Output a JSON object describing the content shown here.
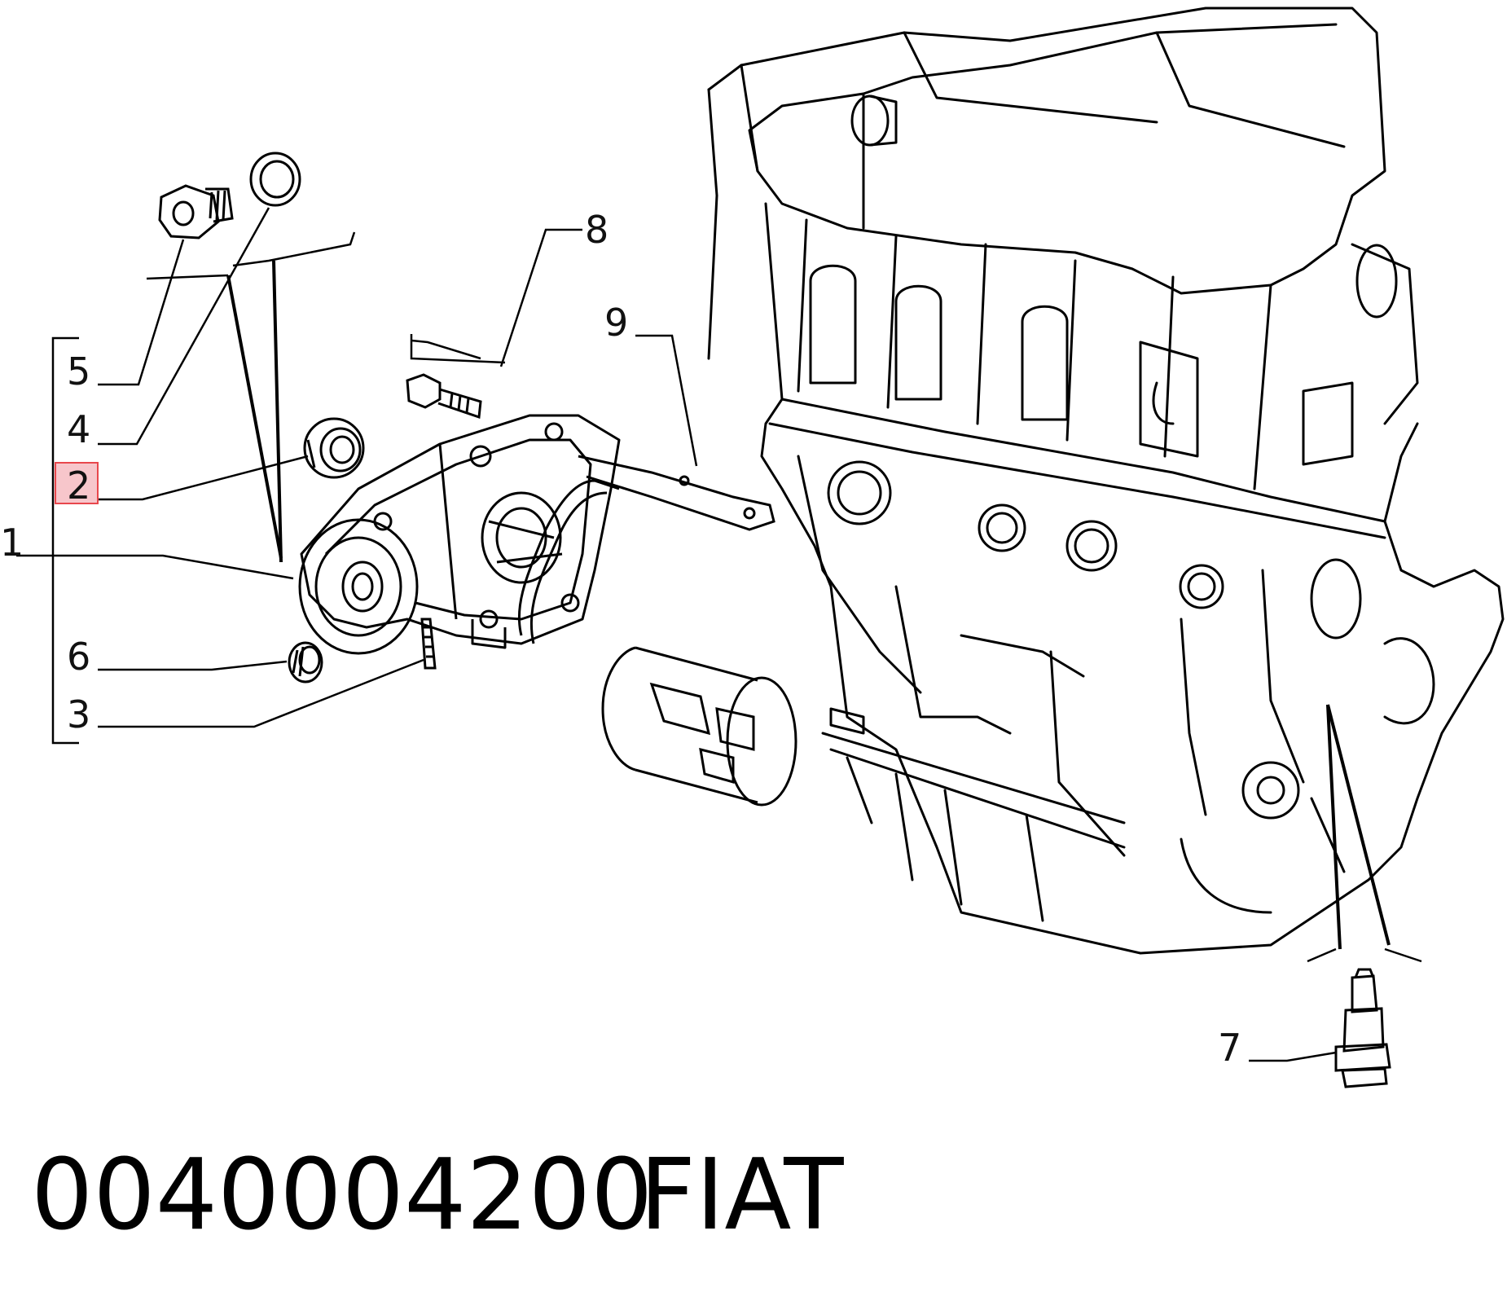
{
  "diagram": {
    "callouts": [
      {
        "id": "1",
        "label": "1"
      },
      {
        "id": "2",
        "label": "2",
        "highlighted": true
      },
      {
        "id": "3",
        "label": "3"
      },
      {
        "id": "4",
        "label": "4"
      },
      {
        "id": "5",
        "label": "5"
      },
      {
        "id": "6",
        "label": "6"
      },
      {
        "id": "7",
        "label": "7"
      },
      {
        "id": "8",
        "label": "8"
      },
      {
        "id": "9",
        "label": "9"
      }
    ],
    "highlight_color": "#e8474c",
    "highlight_fill": "#f7c6cb"
  },
  "footer": {
    "part_number": "0040004200",
    "brand": "FIAT"
  }
}
